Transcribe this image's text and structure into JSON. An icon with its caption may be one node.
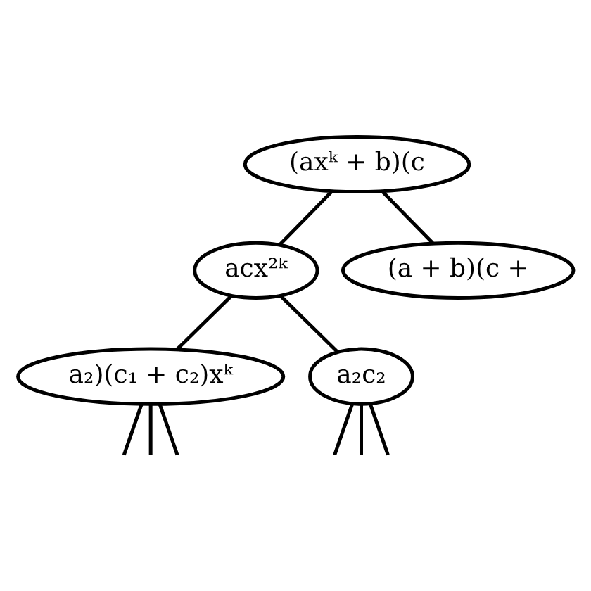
{
  "diagram": {
    "nodes": [
      {
        "text": [
          "(axᵏ + b)(c"
        ]
      },
      {
        "text": [
          "acx²ᵏ"
        ]
      },
      {
        "text": [
          "(a + b)(c +"
        ]
      },
      {
        "text": [
          "a₂)(c₁ + c₂)xᵏ"
        ]
      },
      {
        "text": [
          "a₂c₂"
        ]
      }
    ],
    "edges": [
      {
        "from": 0,
        "to": 1,
        "arrow": "none"
      },
      {
        "from": 0,
        "to": 2,
        "arrow": "none"
      },
      {
        "from": 1,
        "to": 3,
        "arrow": "none"
      },
      {
        "from": 1,
        "to": 4,
        "arrow": "none"
      },
      {
        "from": 3,
        "to": null,
        "arrow": "none"
      },
      {
        "from": 3,
        "to": null,
        "arrow": "none"
      },
      {
        "from": 3,
        "to": null,
        "arrow": "none"
      },
      {
        "from": 4,
        "to": null,
        "arrow": "none"
      },
      {
        "from": 4,
        "to": null,
        "arrow": "none"
      },
      {
        "from": 4,
        "to": null,
        "arrow": "none"
      }
    ]
  }
}
